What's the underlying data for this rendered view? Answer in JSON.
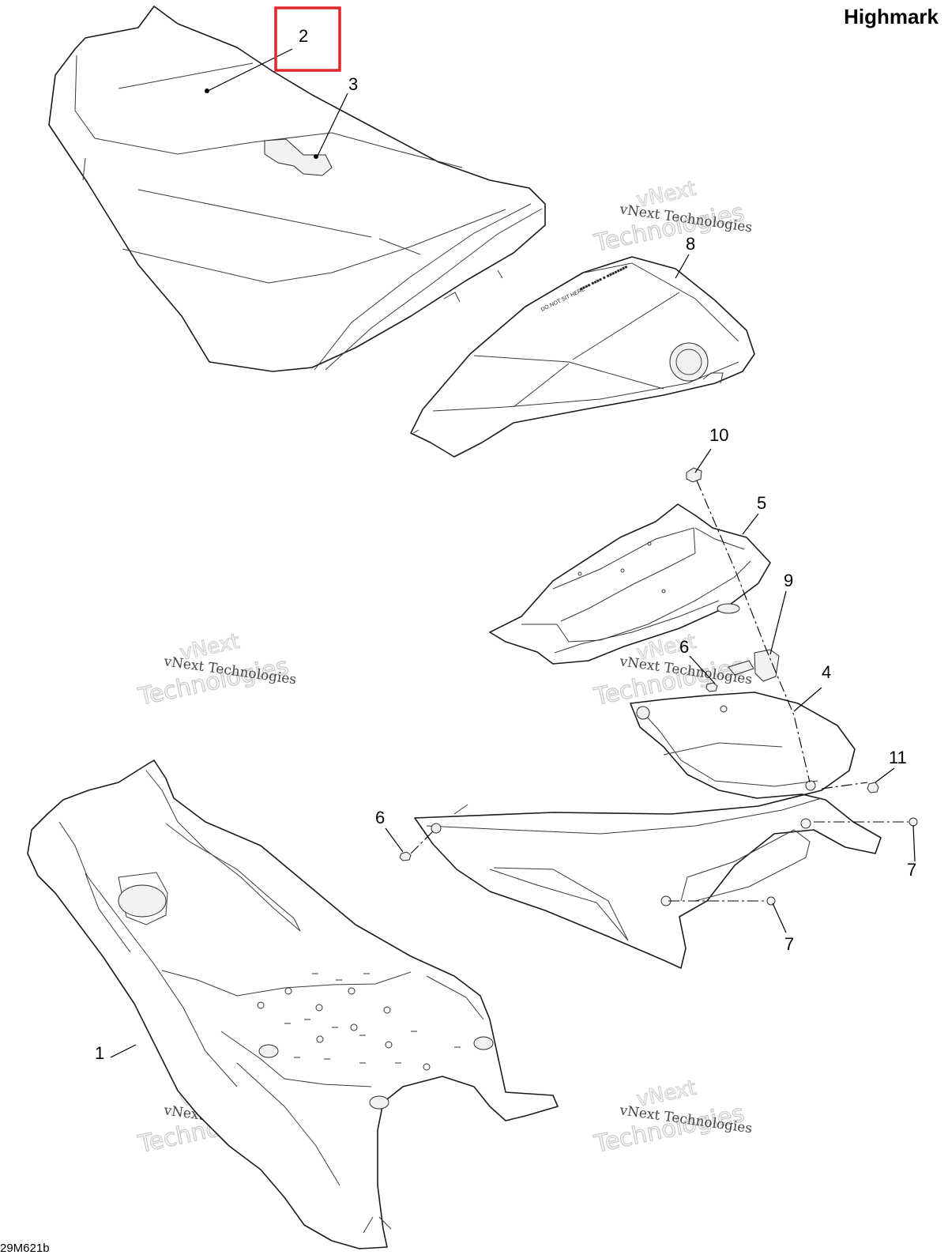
{
  "model_name": "Highmark",
  "diagram_code": "29M621b",
  "watermark": {
    "line_small": "vNext Technologies",
    "line_large_1": "vNext",
    "line_large_2": "Technologies"
  },
  "callouts": [
    {
      "id": "c1",
      "label": "1"
    },
    {
      "id": "c2",
      "label": "2",
      "highlighted": true
    },
    {
      "id": "c3",
      "label": "3"
    },
    {
      "id": "c4",
      "label": "4"
    },
    {
      "id": "c5",
      "label": "5"
    },
    {
      "id": "c6a",
      "label": "6"
    },
    {
      "id": "c6b",
      "label": "6"
    },
    {
      "id": "c7a",
      "label": "7"
    },
    {
      "id": "c7b",
      "label": "7"
    },
    {
      "id": "c8",
      "label": "8"
    },
    {
      "id": "c9",
      "label": "9"
    },
    {
      "id": "c10",
      "label": "10"
    },
    {
      "id": "c11",
      "label": "11"
    }
  ],
  "colors": {
    "highlight": "#e0252b",
    "line": "#1a1a1a"
  }
}
